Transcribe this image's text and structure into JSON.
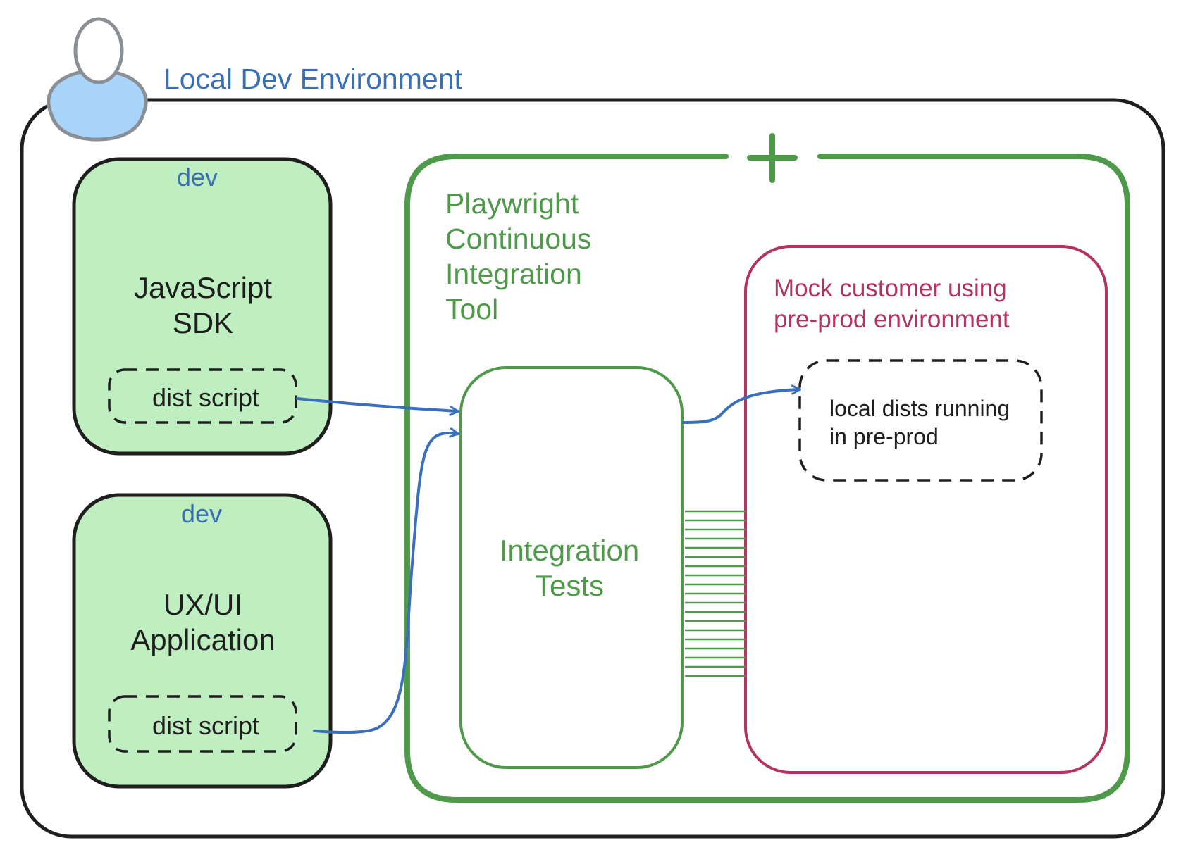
{
  "diagram": {
    "environment_title": "Local Dev Environment",
    "sdk_box": {
      "tag": "dev",
      "title": "JavaScript\nSDK",
      "artifact": "dist script"
    },
    "app_box": {
      "tag": "dev",
      "title": "UX/UI\nApplication",
      "artifact": "dist script"
    },
    "ci_tool": {
      "title": "Playwright\nContinuous\nIntegration\nTool"
    },
    "integration_tests": {
      "title": "Integration\nTests"
    },
    "mock_customer": {
      "title": "Mock customer using\npre-prod environment"
    },
    "local_dists": {
      "title": "local dists running\nin pre-prod"
    },
    "colors": {
      "outline": "#1e1e1e",
      "blue_text": "#3a6fb5",
      "arrow_blue": "#3a6fc0",
      "green_fill": "#bfefc0",
      "green": "#4f9a4a",
      "magenta": "#b3335e",
      "person_fill": "#a8d4fa",
      "person_stroke": "#8a8f96"
    },
    "icons": {
      "person": "person-icon",
      "plus": "plus-icon"
    }
  }
}
